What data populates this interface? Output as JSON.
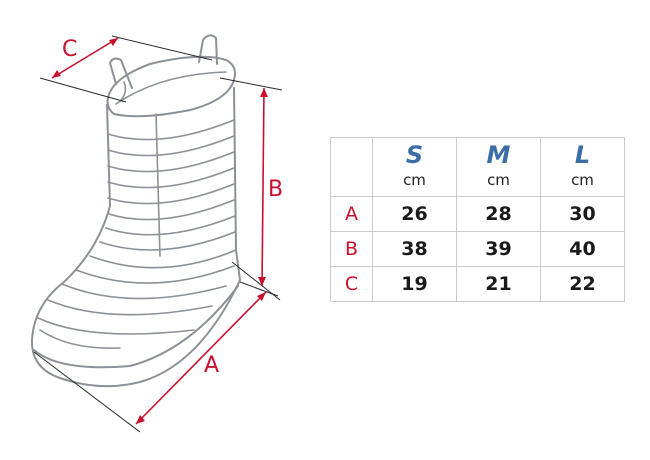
{
  "colors": {
    "accent_red": "#c8102e",
    "header_blue": "#3a6ea5",
    "boot_gray": "#8c9197"
  },
  "dimension_labels": {
    "a": "A",
    "b": "B",
    "c": "C"
  },
  "table": {
    "unit": "cm",
    "columns": [
      {
        "size": "S",
        "unit": "cm"
      },
      {
        "size": "M",
        "unit": "cm"
      },
      {
        "size": "L",
        "unit": "cm"
      }
    ],
    "rows": [
      {
        "label": "A",
        "values": [
          "26",
          "28",
          "30"
        ]
      },
      {
        "label": "B",
        "values": [
          "38",
          "39",
          "40"
        ]
      },
      {
        "label": "C",
        "values": [
          "19",
          "21",
          "22"
        ]
      }
    ]
  }
}
